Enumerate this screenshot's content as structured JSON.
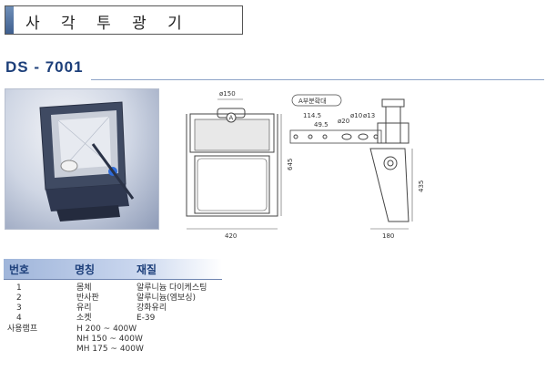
{
  "header": {
    "title": "사 각 투 광 기",
    "model": "DS - 7001"
  },
  "drawing": {
    "callout": "A부분확대",
    "dims": {
      "d150": "ø150",
      "d114": "114.5",
      "d49": "49.5",
      "d20": "ø20",
      "d10": "ø10",
      "d13": "ø13",
      "h645": "645",
      "w420": "420",
      "h435": "435",
      "w180": "180",
      "marker": "A"
    }
  },
  "table": {
    "headers": [
      "번호",
      "명칭",
      "재질"
    ],
    "rows": [
      {
        "no": "1",
        "name": "몸체",
        "material": "알루니늄 다이케스팅"
      },
      {
        "no": "2",
        "name": "반사판",
        "material": "알루니늄(엠보싱)"
      },
      {
        "no": "3",
        "name": "유리",
        "material": "강화유리"
      },
      {
        "no": "4",
        "name": "소켓",
        "material": "E-39"
      }
    ],
    "lamp_label": "사용램프",
    "lamps": [
      "H 200 ~ 400W",
      "NH 150 ~ 400W",
      "MH 175 ~ 400W"
    ]
  },
  "colors": {
    "accent": "#1d3f7a",
    "header_band": "#9fb5da"
  }
}
